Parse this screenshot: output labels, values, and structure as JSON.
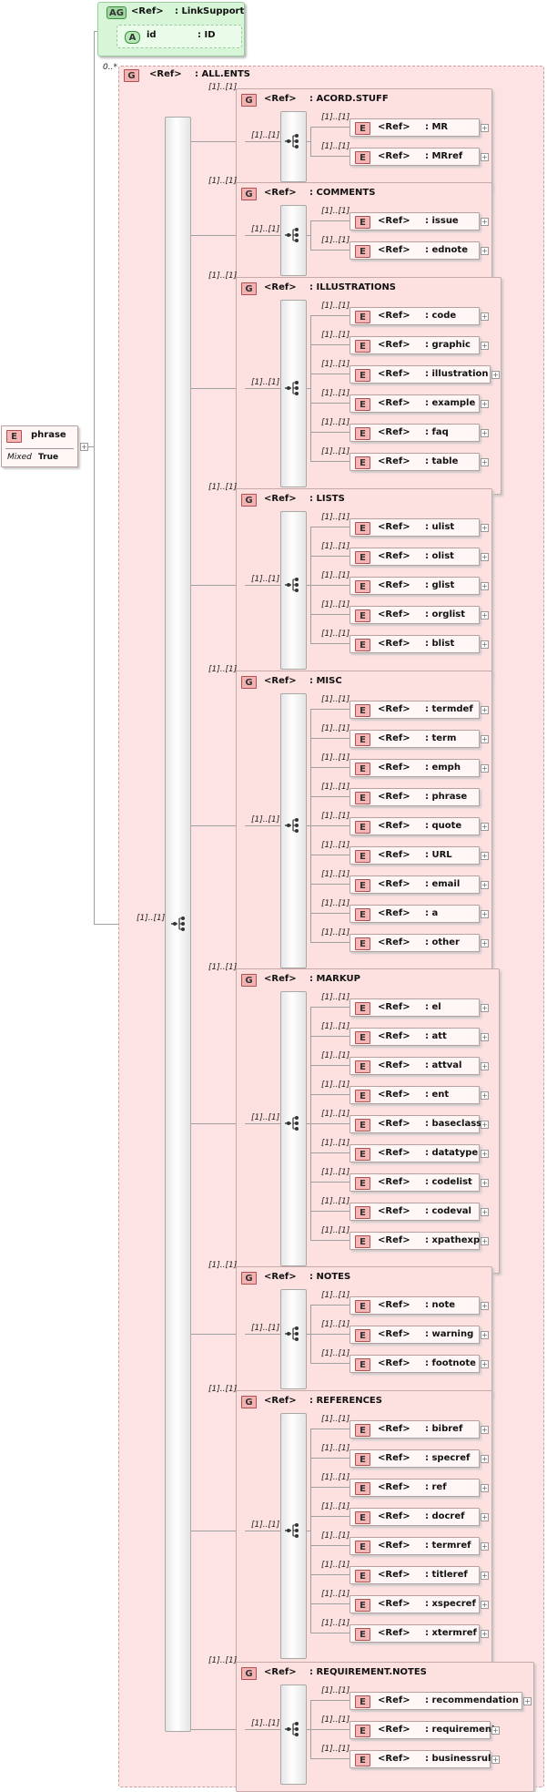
{
  "attribute_group": {
    "kind_badge": "AG",
    "ref": "<Ref>",
    "name": ": LinkSupport",
    "attribute": {
      "kind_badge": "A",
      "name": "id",
      "type": ": ID"
    },
    "cardinality": "0..*"
  },
  "root": {
    "kind_badge": "E",
    "name": "phrase",
    "mixed_label": "Mixed",
    "mixed_value": "True"
  },
  "all_ents": {
    "kind_badge": "G",
    "ref": "<Ref>",
    "name": ": ALL.ENTS",
    "sequence_cardinality": "[1]..[1]"
  },
  "groups": [
    {
      "name": ": ACORD.STUFF",
      "card": "[1]..[1]",
      "seq_card": "[1]..[1]",
      "items": [
        {
          "name": ": MR",
          "card": "[1]..[1]",
          "expand": true
        },
        {
          "name": ": MRref",
          "card": "[1]..[1]",
          "expand": true
        }
      ]
    },
    {
      "name": ": COMMENTS",
      "card": "[1]..[1]",
      "seq_card": "[1]..[1]",
      "items": [
        {
          "name": ": issue",
          "card": "[1]..[1]",
          "expand": true
        },
        {
          "name": ": ednote",
          "card": "[1]..[1]",
          "expand": true
        }
      ]
    },
    {
      "name": ": ILLUSTRATIONS",
      "card": "[1]..[1]",
      "seq_card": "[1]..[1]",
      "items": [
        {
          "name": ": code",
          "card": "[1]..[1]",
          "expand": true
        },
        {
          "name": ": graphic",
          "card": "[1]..[1]",
          "expand": true
        },
        {
          "name": ": illustration",
          "card": "[1]..[1]",
          "expand": true
        },
        {
          "name": ": example",
          "card": "[1]..[1]",
          "expand": true
        },
        {
          "name": ": faq",
          "card": "[1]..[1]",
          "expand": true
        },
        {
          "name": ": table",
          "card": "[1]..[1]",
          "expand": true
        }
      ]
    },
    {
      "name": ": LISTS",
      "card": "[1]..[1]",
      "seq_card": "[1]..[1]",
      "items": [
        {
          "name": ": ulist",
          "card": "[1]..[1]",
          "expand": true
        },
        {
          "name": ": olist",
          "card": "[1]..[1]",
          "expand": true
        },
        {
          "name": ": glist",
          "card": "[1]..[1]",
          "expand": true
        },
        {
          "name": ": orglist",
          "card": "[1]..[1]",
          "expand": true
        },
        {
          "name": ": blist",
          "card": "[1]..[1]",
          "expand": true
        }
      ]
    },
    {
      "name": ": MISC",
      "card": "[1]..[1]",
      "seq_card": "[1]..[1]",
      "items": [
        {
          "name": ": termdef",
          "card": "[1]..[1]",
          "expand": true
        },
        {
          "name": ": term",
          "card": "[1]..[1]",
          "expand": true
        },
        {
          "name": ": emph",
          "card": "[1]..[1]",
          "expand": true
        },
        {
          "name": ": phrase",
          "card": "[1]..[1]",
          "expand": false
        },
        {
          "name": ": quote",
          "card": "[1]..[1]",
          "expand": true
        },
        {
          "name": ": URL",
          "card": "[1]..[1]",
          "expand": true
        },
        {
          "name": ": email",
          "card": "[1]..[1]",
          "expand": true
        },
        {
          "name": ": a",
          "card": "[1]..[1]",
          "expand": true
        },
        {
          "name": ": other",
          "card": "[1]..[1]",
          "expand": true
        }
      ]
    },
    {
      "name": ": MARKUP",
      "card": "[1]..[1]",
      "seq_card": "[1]..[1]",
      "items": [
        {
          "name": ": el",
          "card": "[1]..[1]",
          "expand": true
        },
        {
          "name": ": att",
          "card": "[1]..[1]",
          "expand": true
        },
        {
          "name": ": attval",
          "card": "[1]..[1]",
          "expand": true
        },
        {
          "name": ": ent",
          "card": "[1]..[1]",
          "expand": true
        },
        {
          "name": ": baseclass",
          "card": "[1]..[1]",
          "expand": true
        },
        {
          "name": ": datatype",
          "card": "[1]..[1]",
          "expand": true
        },
        {
          "name": ": codelist",
          "card": "[1]..[1]",
          "expand": true
        },
        {
          "name": ": codeval",
          "card": "[1]..[1]",
          "expand": true
        },
        {
          "name": ": xpathexpr",
          "card": "[1]..[1]",
          "expand": true
        }
      ]
    },
    {
      "name": ": NOTES",
      "card": "[1]..[1]",
      "seq_card": "[1]..[1]",
      "items": [
        {
          "name": ": note",
          "card": "[1]..[1]",
          "expand": true
        },
        {
          "name": ": warning",
          "card": "[1]..[1]",
          "expand": true
        },
        {
          "name": ": footnote",
          "card": "[1]..[1]",
          "expand": true
        }
      ]
    },
    {
      "name": ": REFERENCES",
      "card": "[1]..[1]",
      "seq_card": "[1]..[1]",
      "items": [
        {
          "name": ": bibref",
          "card": "[1]..[1]",
          "expand": true
        },
        {
          "name": ": specref",
          "card": "[1]..[1]",
          "expand": true
        },
        {
          "name": ": ref",
          "card": "[1]..[1]",
          "expand": true
        },
        {
          "name": ": docref",
          "card": "[1]..[1]",
          "expand": true
        },
        {
          "name": ": termref",
          "card": "[1]..[1]",
          "expand": true
        },
        {
          "name": ": titleref",
          "card": "[1]..[1]",
          "expand": true
        },
        {
          "name": ": xspecref",
          "card": "[1]..[1]",
          "expand": true
        },
        {
          "name": ": xtermref",
          "card": "[1]..[1]",
          "expand": true
        }
      ]
    },
    {
      "name": ": REQUIREMENT.NOTES",
      "card": "[1]..[1]",
      "seq_card": "[1]..[1]",
      "items": [
        {
          "name": ": recommendation",
          "card": "[1]..[1]",
          "expand": true
        },
        {
          "name": ": requirement",
          "card": "[1]..[1]",
          "expand": true
        },
        {
          "name": ": businessrule",
          "card": "[1]..[1]",
          "expand": true
        }
      ]
    }
  ],
  "labels": {
    "group_badge": "G",
    "element_badge": "E",
    "ref": "<Ref>",
    "expand_glyph": "+"
  },
  "colors": {
    "group_fill": "#fde0e0",
    "attribute_fill": "#d7f5d7",
    "element_badge": "#f6b6b6"
  }
}
